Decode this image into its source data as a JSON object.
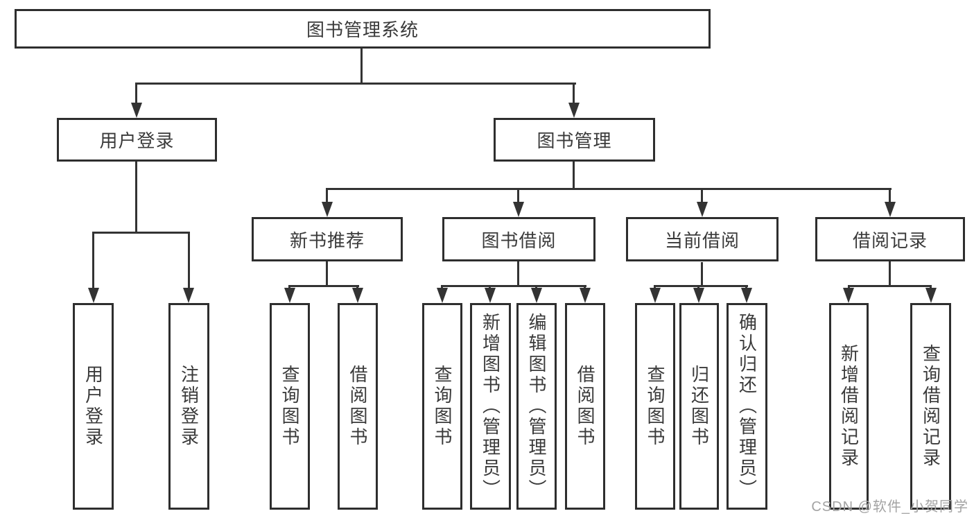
{
  "diagram": {
    "root": {
      "label": "图书管理系统"
    },
    "login_branch": {
      "label": "用户登录",
      "leaves": [
        {
          "label": "用户登录"
        },
        {
          "label": "注销登录"
        }
      ]
    },
    "management_branch": {
      "label": "图书管理",
      "groups": [
        {
          "label": "新书推荐",
          "leaves": [
            {
              "label": "查询图书"
            },
            {
              "label": "借阅图书"
            }
          ]
        },
        {
          "label": "图书借阅",
          "leaves": [
            {
              "label": "查询图书"
            },
            {
              "label": "新增图书（管理员）"
            },
            {
              "label": "编辑图书（管理员）"
            },
            {
              "label": "借阅图书"
            }
          ]
        },
        {
          "label": "当前借阅",
          "leaves": [
            {
              "label": "查询图书"
            },
            {
              "label": "归还图书"
            },
            {
              "label": "确认归还（管理员）"
            }
          ]
        },
        {
          "label": "借阅记录",
          "leaves": [
            {
              "label": "新增借阅记录"
            },
            {
              "label": "查询借阅记录"
            }
          ]
        }
      ]
    }
  },
  "watermark": {
    "text": "CSDN @软件_小贺同学"
  },
  "colors": {
    "line": "#333333",
    "box_border": "#2e2e2e",
    "text": "#3a3a3a",
    "watermark": "#a3a3a3",
    "background": "#ffffff"
  }
}
